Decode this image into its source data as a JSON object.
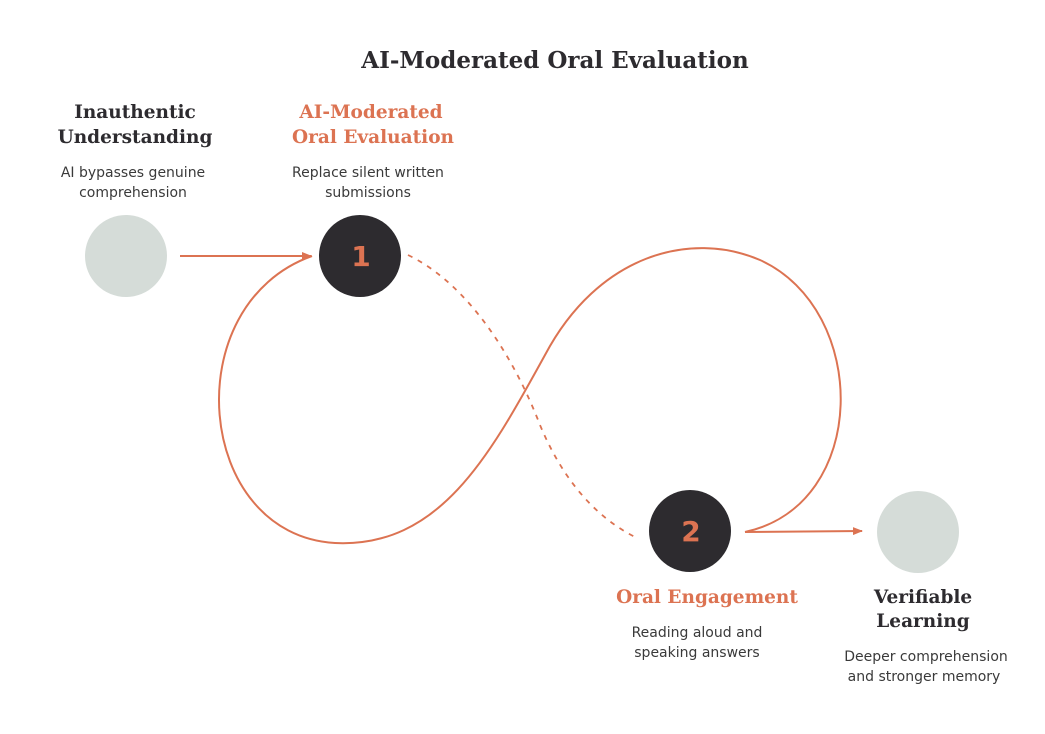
{
  "title": "AI-Moderated Oral Evaluation",
  "colors": {
    "accent": "#dc7352",
    "dark": "#2d2b2f",
    "heading": "#2d2b2f",
    "body_text": "#3a3a3a",
    "muted_circle": "#d5dcd8"
  },
  "nodes": {
    "start": {
      "heading_line1": "Inauthentic",
      "heading_line2": "Understanding",
      "desc_line1": "AI bypasses genuine",
      "desc_line2": "comprehension"
    },
    "step1": {
      "number": "1",
      "heading_line1": "AI-Moderated",
      "heading_line2": "Oral Evaluation",
      "desc_line1": "Replace silent written",
      "desc_line2": "submissions"
    },
    "step2": {
      "number": "2",
      "heading_line1": "Oral Engagement",
      "desc_line1": "Reading aloud and",
      "desc_line2": "speaking answers"
    },
    "end": {
      "heading_line1": "Verifiable",
      "heading_line2": "Learning",
      "desc_line1": "Deeper comprehension",
      "desc_line2": "and stronger memory"
    }
  }
}
